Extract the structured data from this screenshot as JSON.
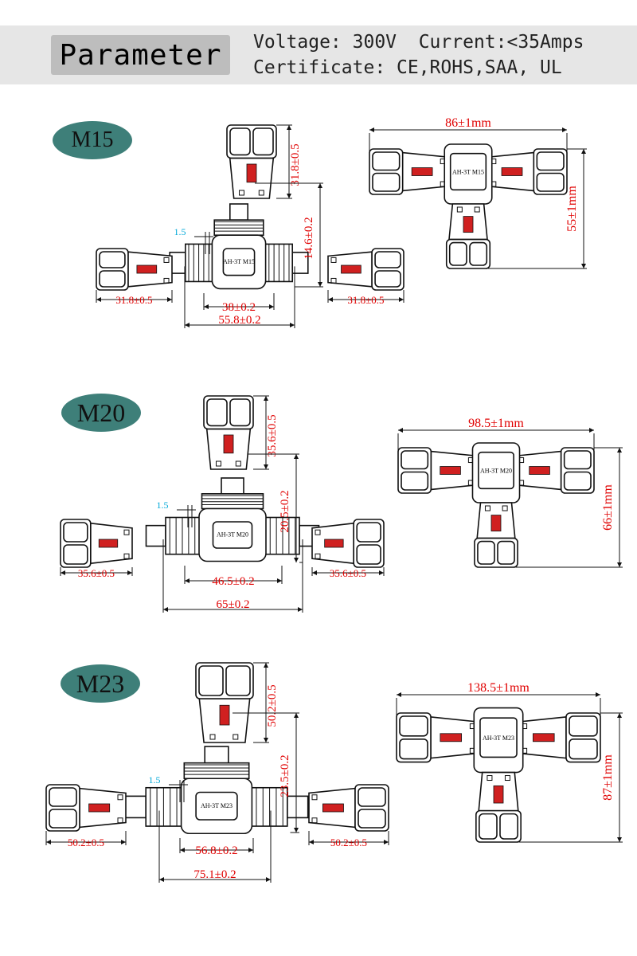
{
  "header": {
    "title": "Parameter",
    "line1": "Voltage: 300V  Current:<35Amps",
    "line2": "Certificate: CE,ROHS,SAA, UL"
  },
  "colors": {
    "badge": "#3e7f79",
    "dimension": "#e00000",
    "gap": "#00a8d8",
    "header_bg": "#e6e6e6"
  },
  "models": [
    {
      "name": "M15",
      "plug_height": "31.8±0.5",
      "thread_height": "14.6±0.2",
      "gap": "1.5",
      "left_plug": "31.8±0.5",
      "right_plug": "31.8±0.5",
      "body_width": "38±0.2",
      "total_width": "55.8±0.2",
      "assembled_width": "86±1mm",
      "assembled_height": "55±1mm",
      "label": "AH-3T M15"
    },
    {
      "name": "M20",
      "plug_height": "35.6±0.5",
      "thread_height": "20.5±0.2",
      "gap": "1.5",
      "left_plug": "35.6±0.5",
      "right_plug": "35.6±0.5",
      "body_width": "46.5±0.2",
      "total_width": "65±0.2",
      "assembled_width": "98.5±1mm",
      "assembled_height": "66±1mm",
      "label": "AH-3T M20"
    },
    {
      "name": "M23",
      "plug_height": "50.2±0.5",
      "thread_height": "23.5±0.2",
      "gap": "1.5",
      "left_plug": "50.2±0.5",
      "right_plug": "50.2±0.5",
      "body_width": "56.8±0.2",
      "total_width": "75.1±0.2",
      "assembled_width": "138.5±1mm",
      "assembled_height": "87±1mm",
      "label": "AH-3T M23"
    }
  ]
}
